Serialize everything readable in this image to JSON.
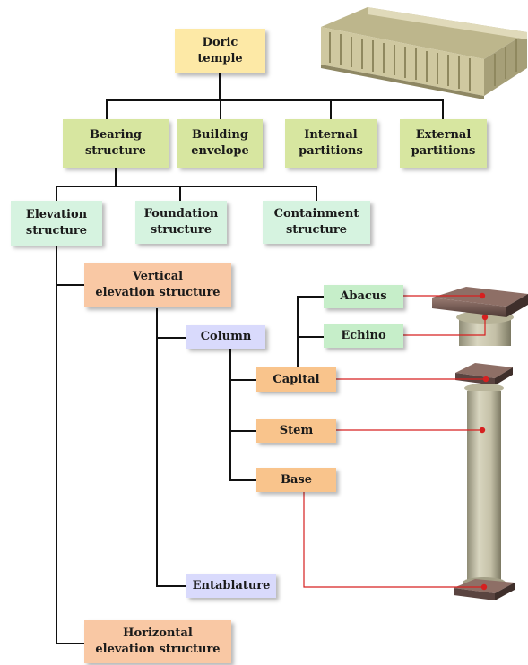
{
  "colors": {
    "root": "#fde9a6",
    "level1": "#d7e6a0",
    "level2": "#d6f3e0",
    "elevation": "#f9c8a4",
    "column": "#d9dafc",
    "column_parts": "#f9c48c",
    "capital_parts": "#c6eec9",
    "connector_red": "#d62020"
  },
  "nodes": {
    "root": "Doric\ntemple",
    "bearing": "Bearing\nstructure",
    "envelope": "Building\nenvelope",
    "internal": "Internal\npartitions",
    "external": "External\npartitions",
    "elevation": "Elevation\nstructure",
    "foundation": "Foundation\nstructure",
    "containment": "Containment\nstructure",
    "vertical": "Vertical\nelevation structure",
    "horizontal": "Horizontal\nelevation structure",
    "column": "Column",
    "entablature": "Entablature",
    "capital": "Capital",
    "stem": "Stem",
    "base": "Base",
    "abacus": "Abacus",
    "echino": "Echino"
  },
  "images": {
    "temple": "temple-model-icon",
    "capital_detail": "capital-detail-icon",
    "column_3d": "column-model-icon"
  }
}
